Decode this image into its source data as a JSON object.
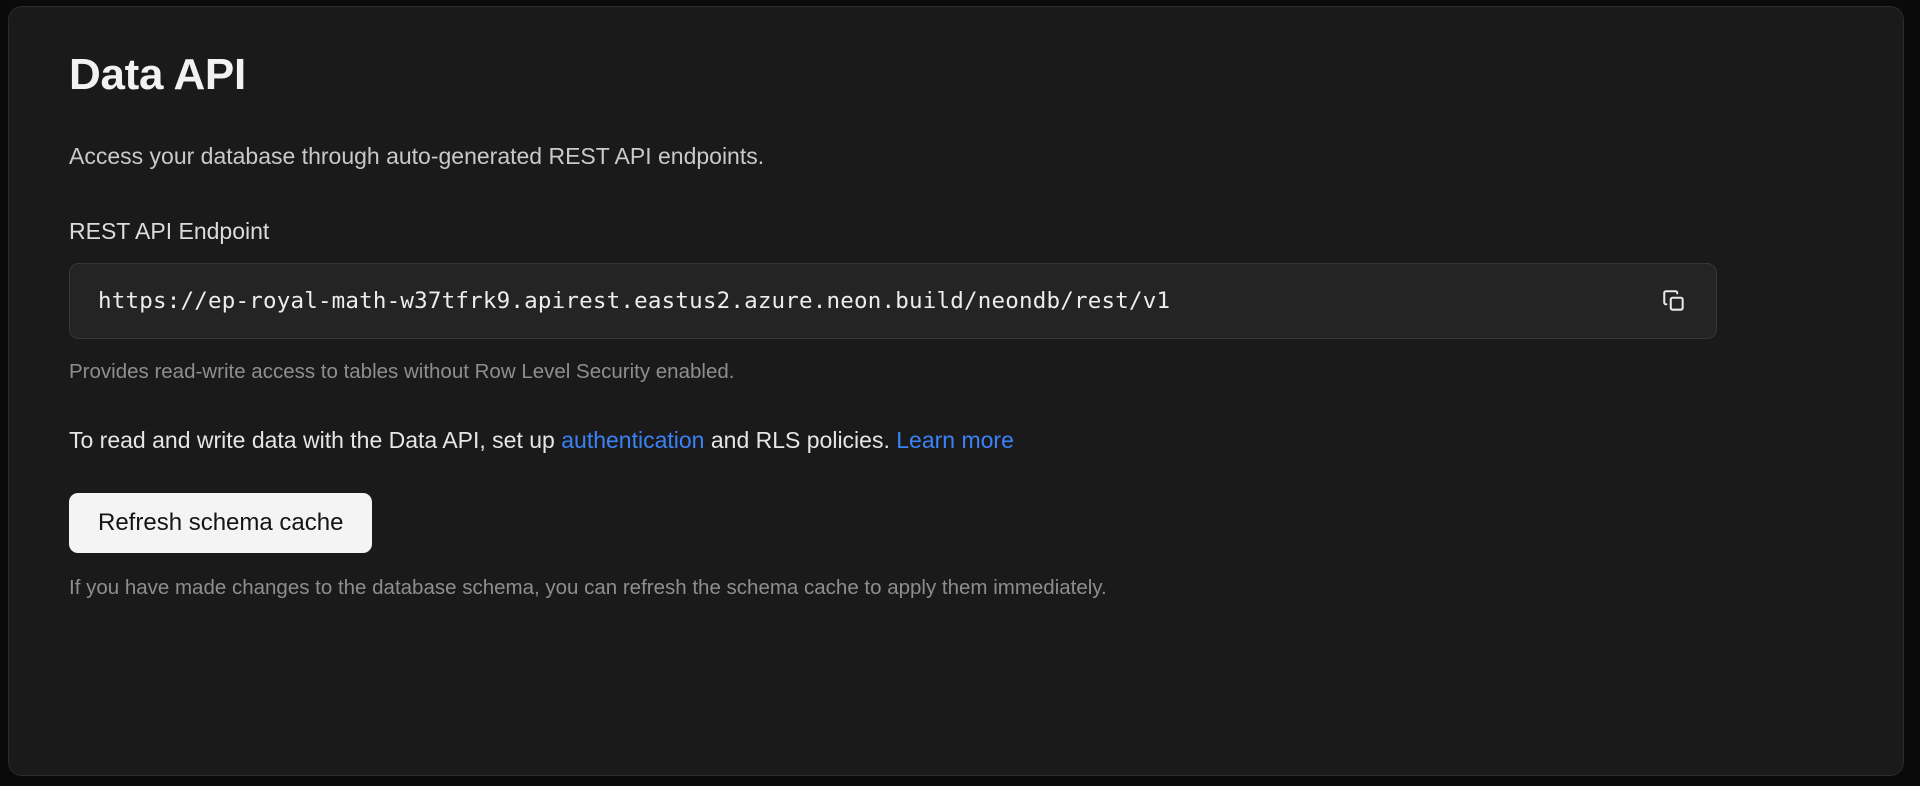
{
  "card": {
    "title": "Data API",
    "subtitle": "Access your database through auto-generated REST API endpoints.",
    "endpoint": {
      "label": "REST API Endpoint",
      "value": "https://ep-royal-math-w37tfrk9.apirest.eastus2.azure.neon.build/neondb/rest/v1",
      "placeholder": "https://",
      "copy_icon": "copy-icon",
      "copy_title": "Copy",
      "hint": "Provides read-write access to tables without Row Level Security enabled."
    },
    "info": {
      "part1": "To read and write data with the Data API, set up ",
      "link1": "authentication",
      "part2": " and RLS policies. ",
      "link2": "Learn more"
    },
    "action": {
      "button_label": "Refresh schema cache",
      "hint": "If you have made changes to the database schema, you can refresh the schema cache to apply them immediately."
    }
  },
  "colors": {
    "page_background": "#0a0a0a",
    "card_background": "#1a1a1a",
    "card_border": "#2c2c2c",
    "input_background": "#242424",
    "input_border": "#373737",
    "link": "#3b82f6",
    "button_background": "#f4f4f4",
    "button_text": "#141414",
    "muted_text": "#8e8e8e"
  }
}
